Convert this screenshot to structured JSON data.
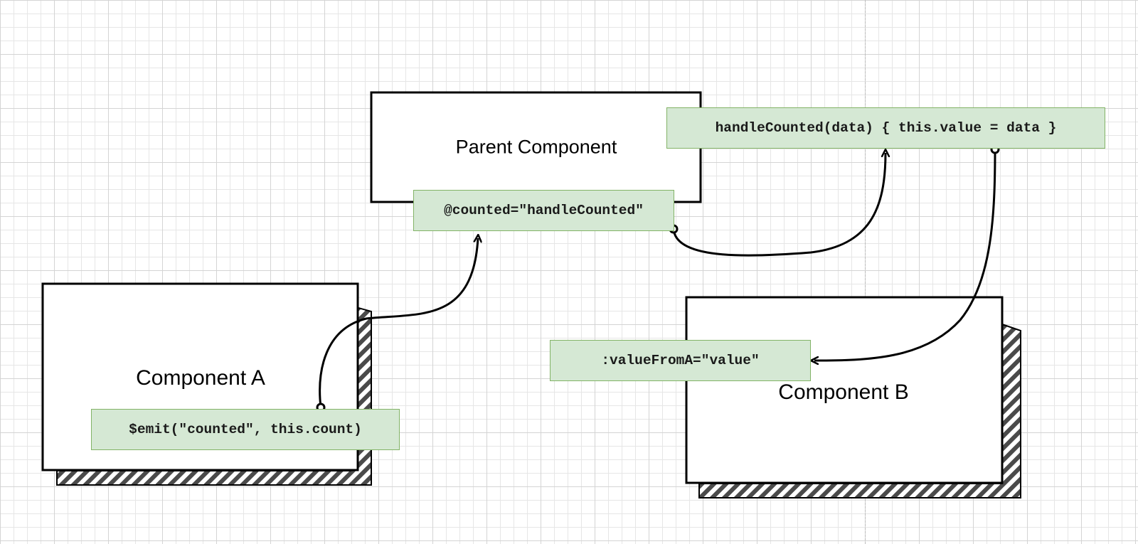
{
  "diagram": {
    "parent": {
      "label": "Parent Component"
    },
    "component_a": {
      "label": "Component A"
    },
    "component_b": {
      "label": "Component B"
    },
    "code": {
      "emit": "$emit(\"counted\", this.count)",
      "listener": "@counted=\"handleCounted\"",
      "handler": "handleCounted(data) { this.value = data }",
      "prop": ":valueFromA=\"value\""
    },
    "colors": {
      "code_fill": "#d5e8d4",
      "code_stroke": "#82b366",
      "line": "#000000",
      "hatch": "#4a4a4a"
    }
  }
}
